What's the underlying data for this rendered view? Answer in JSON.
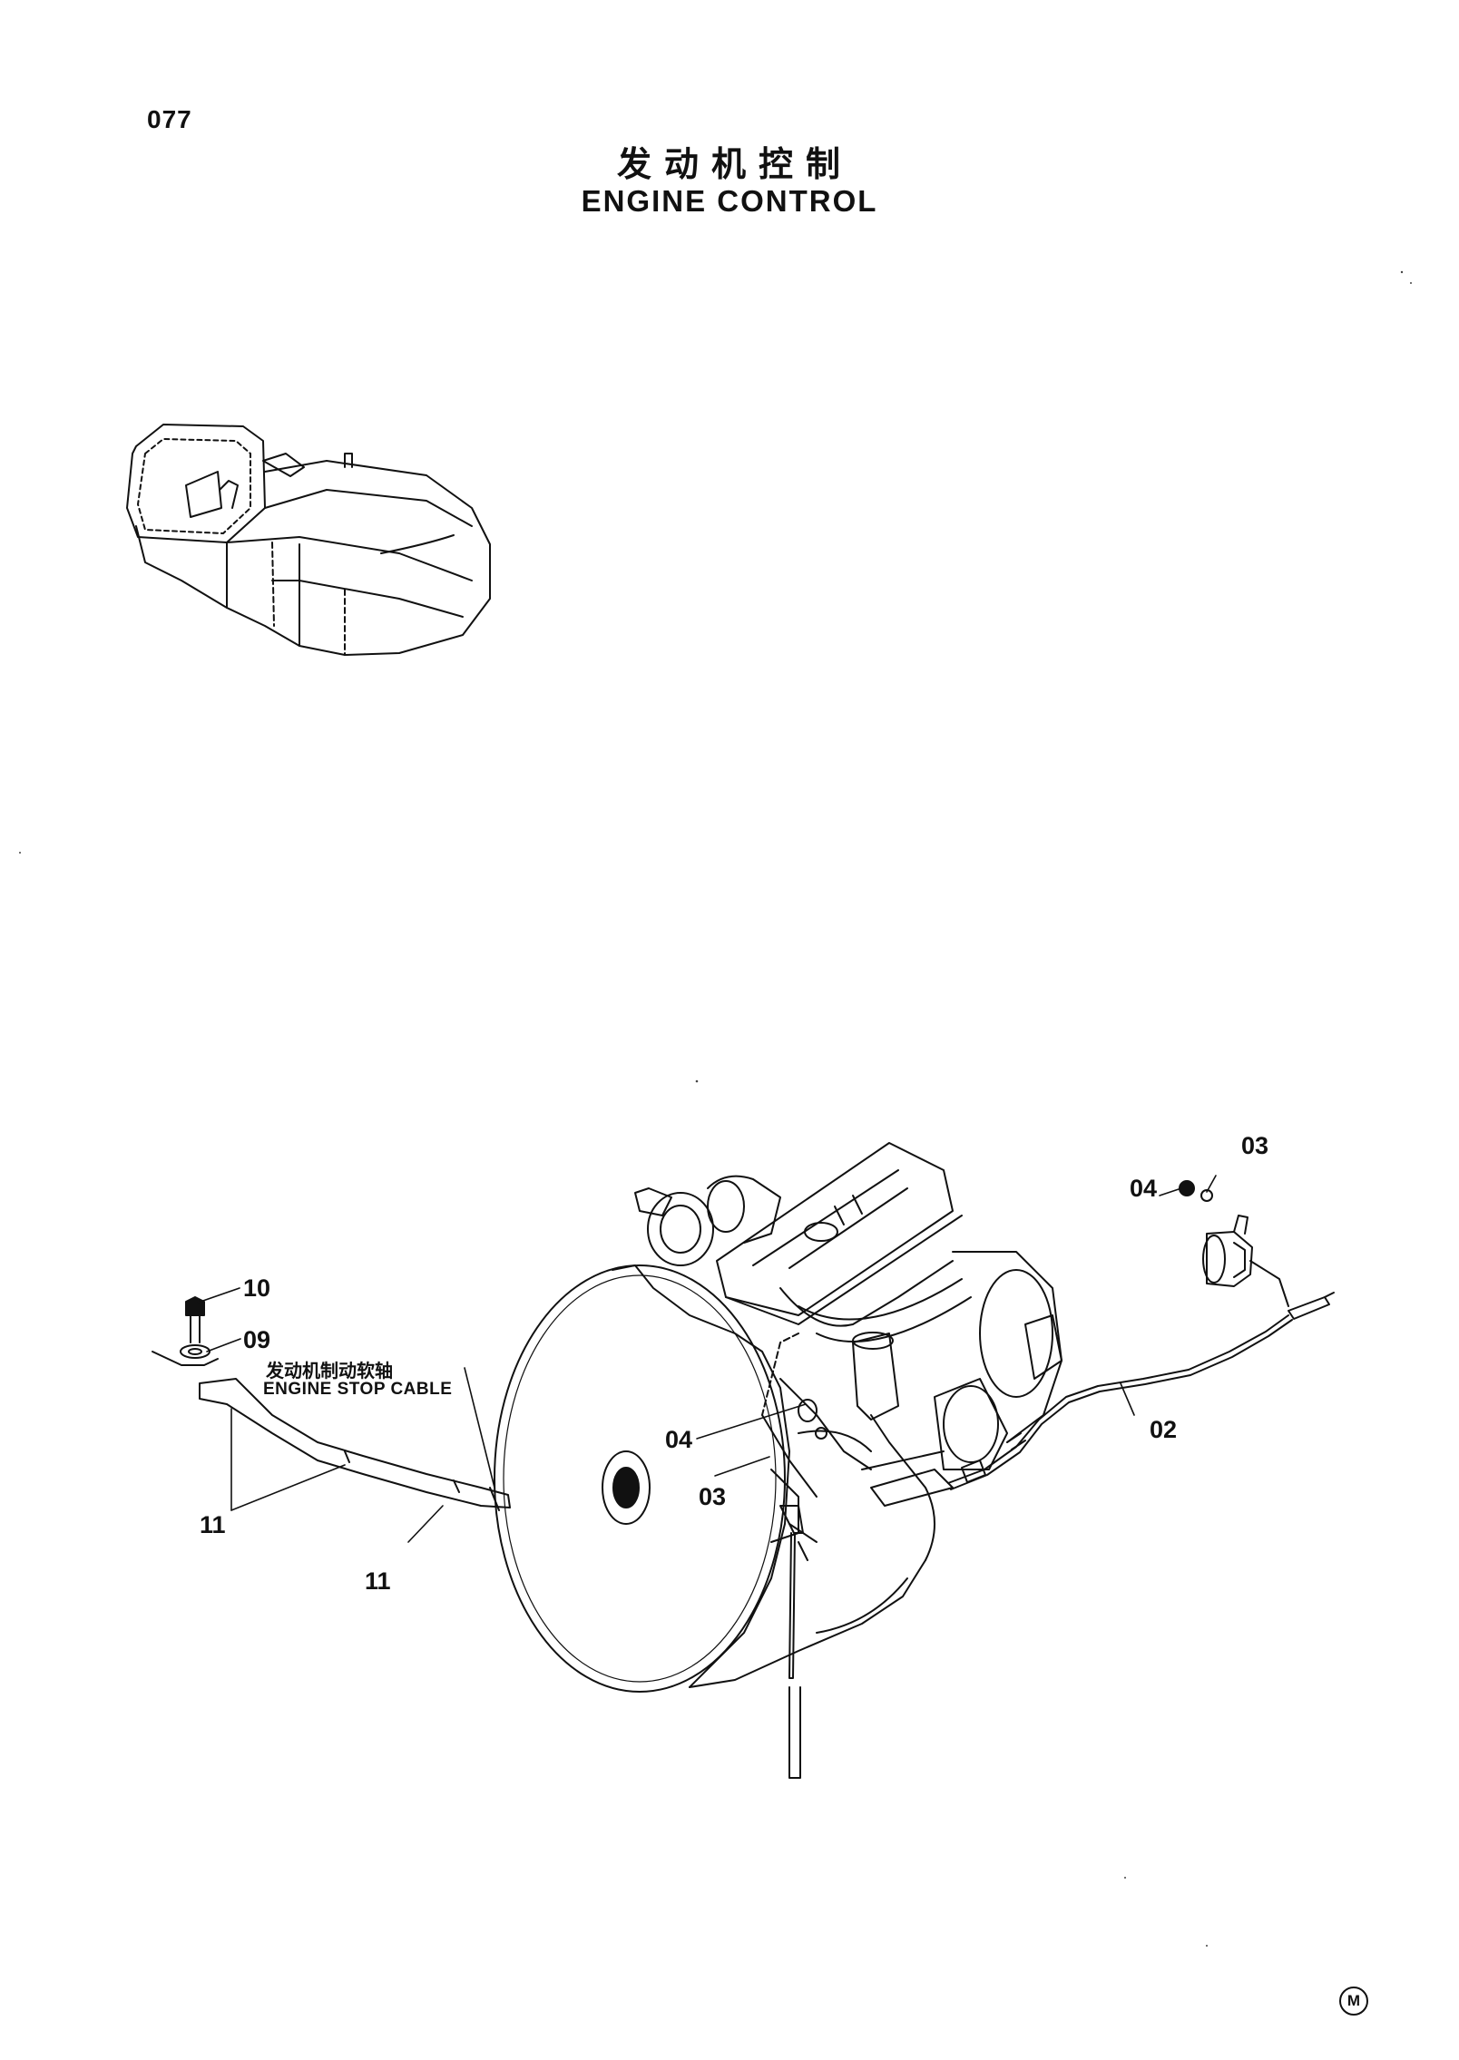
{
  "header": {
    "page_number": "077",
    "title_cn": "发动机控制",
    "title_en": "ENGINE CONTROL"
  },
  "callouts": {
    "cable_cn": "发动机制动软轴",
    "cable_en": "ENGINE STOP CABLE",
    "labels": [
      "10",
      "09",
      "11",
      "11",
      "04",
      "03",
      "04",
      "03",
      "02"
    ]
  },
  "footer": {
    "mark": "M"
  }
}
